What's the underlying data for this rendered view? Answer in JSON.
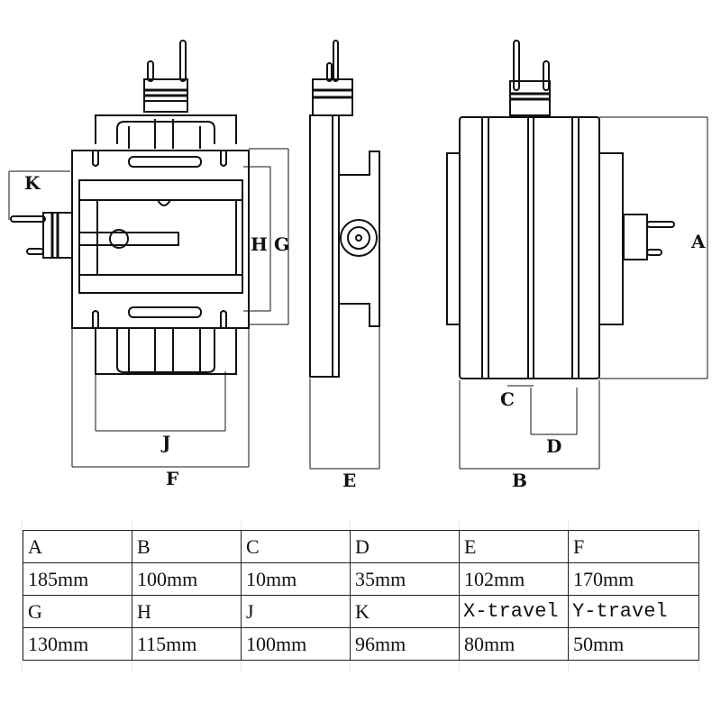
{
  "drawing": {
    "title": "Cross slide table dimension drawing",
    "views": [
      "top-view",
      "side-view",
      "front-view"
    ],
    "dimension_labels": {
      "A": "A",
      "B": "B",
      "C": "C",
      "D": "D",
      "E": "E",
      "F": "F",
      "G": "G",
      "H": "H",
      "J": "J",
      "K": "K"
    }
  },
  "spec_table": {
    "rows": [
      {
        "kind": "label",
        "cells": [
          "A",
          "B",
          "C",
          "D",
          "E",
          "F"
        ]
      },
      {
        "kind": "value",
        "cells": [
          "185mm",
          "100mm",
          "10mm",
          "35mm",
          "102mm",
          "170mm"
        ]
      },
      {
        "kind": "label",
        "cells": [
          "G",
          "H",
          "J",
          "K",
          "X-travel",
          "Y-travel"
        ]
      },
      {
        "kind": "value",
        "cells": [
          "130mm",
          "115mm",
          "100mm",
          "96mm",
          "80mm",
          "50mm"
        ]
      }
    ]
  }
}
